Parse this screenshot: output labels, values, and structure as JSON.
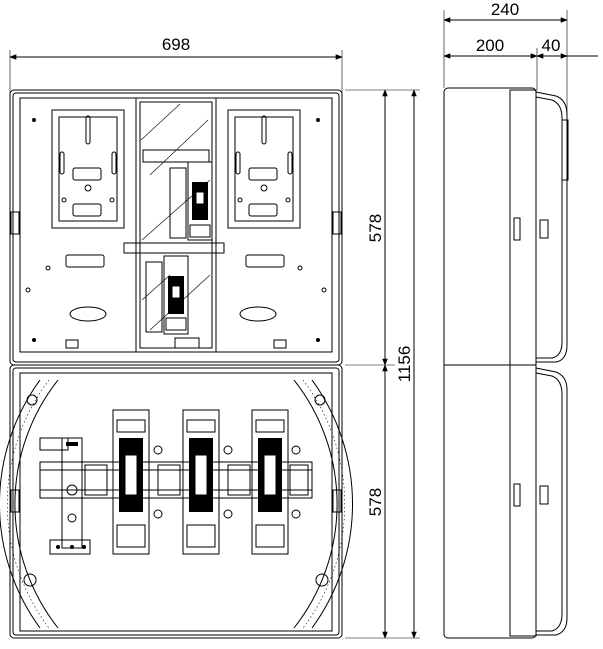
{
  "dimensions": {
    "front_width": "698",
    "total_depth": "240",
    "body_depth": "200",
    "lid_depth": "40",
    "upper_height": "578",
    "lower_height": "578",
    "total_height": "1156"
  }
}
